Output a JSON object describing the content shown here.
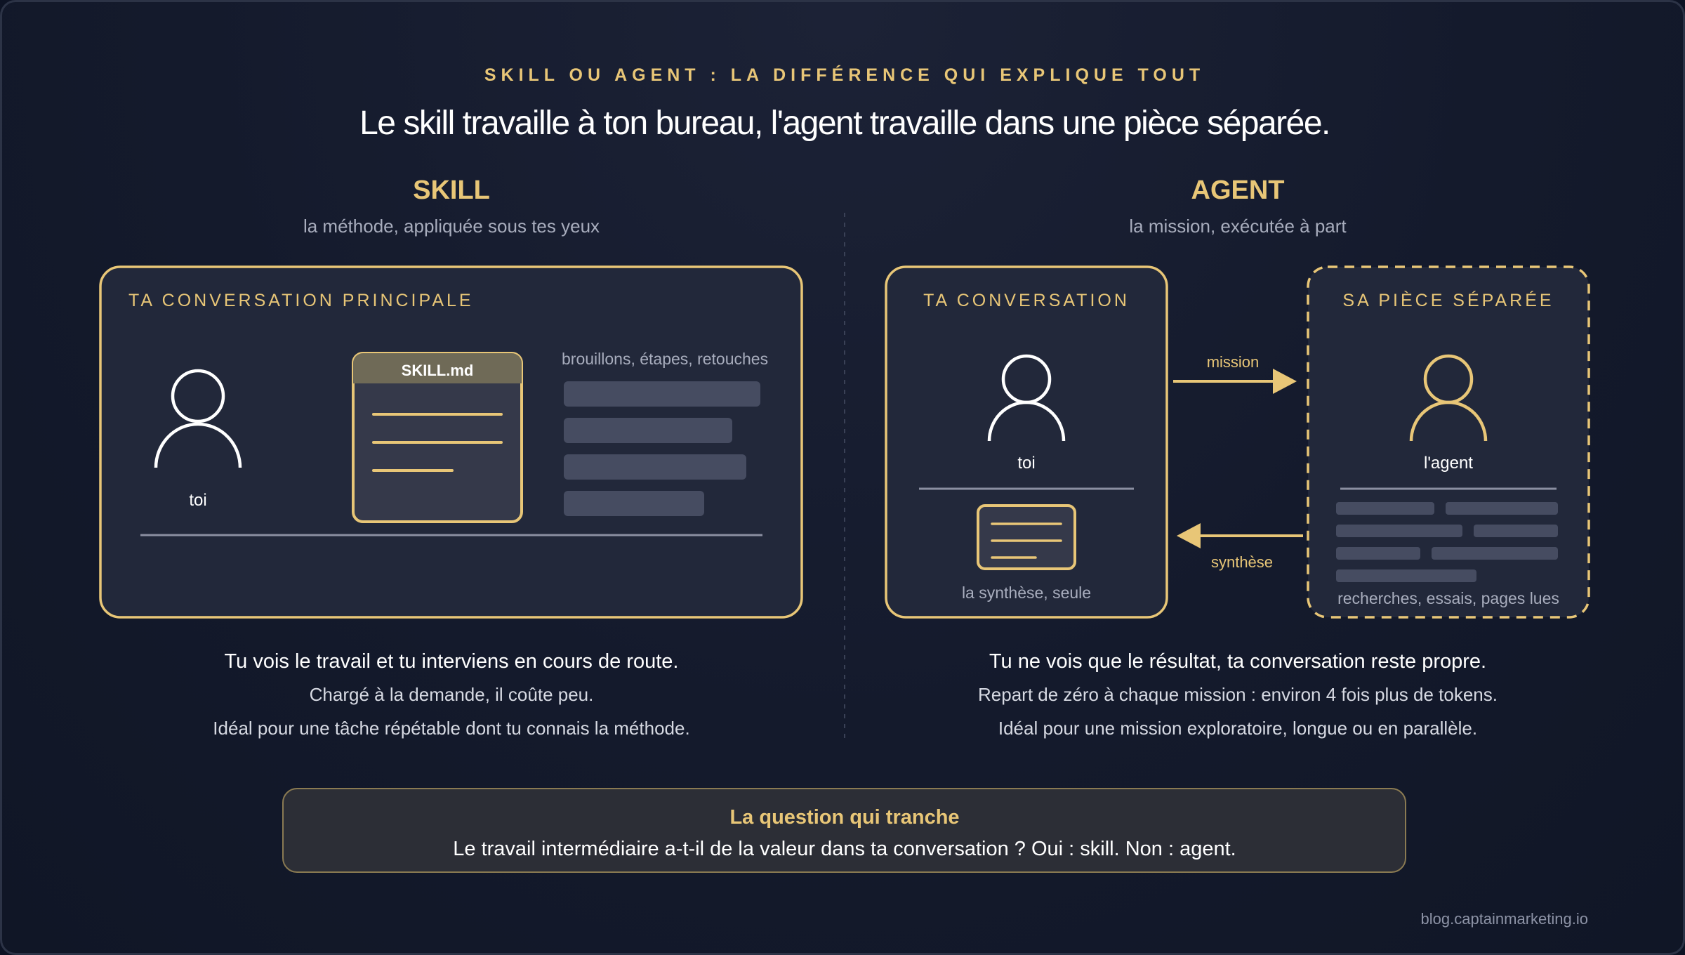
{
  "header": {
    "eyebrow": "SKILL OU AGENT : LA DIFFÉRENCE QUI EXPLIQUE TOUT",
    "headline": "Le skill travaille à ton bureau, l'agent travaille dans une pièce séparée."
  },
  "skill": {
    "title": "SKILL",
    "subtitle": "la méthode, appliquée sous tes yeux",
    "box_label": "TA CONVERSATION PRINCIPALE",
    "person_label": "toi",
    "file_name": "SKILL.md",
    "drafts_label": "brouillons, étapes, retouches",
    "line1": "Tu vois le travail et tu interviens en cours de route.",
    "line2": "Chargé à la demande, il coûte peu.",
    "line3": "Idéal pour une tâche répétable dont tu connais la méthode."
  },
  "agent": {
    "title": "AGENT",
    "subtitle": "la mission, exécutée à part",
    "conv_label": "TA CONVERSATION",
    "conv_person": "toi",
    "conv_caption": "la synthèse, seule",
    "room_label": "SA PIÈCE SÉPARÉE",
    "room_person": "l'agent",
    "room_caption": "recherches, essais, pages lues",
    "arrow_mission": "mission",
    "arrow_synthese": "synthèse",
    "line1": "Tu ne vois que le résultat, ta conversation reste propre.",
    "line2": "Repart de zéro à chaque mission : environ 4 fois plus de tokens.",
    "line3": "Idéal pour une mission exploratoire, longue ou en parallèle."
  },
  "question": {
    "title": "La question qui tranche",
    "body": "Le travail intermédiaire a-t-il de la valeur dans ta conversation ? Oui : skill. Non : agent."
  },
  "footer": {
    "source": "blog.captainmarketing.io"
  },
  "colors": {
    "accent": "#e8c677",
    "background": "#141a2c",
    "panel": "#22283a",
    "bar": "#464c61"
  }
}
